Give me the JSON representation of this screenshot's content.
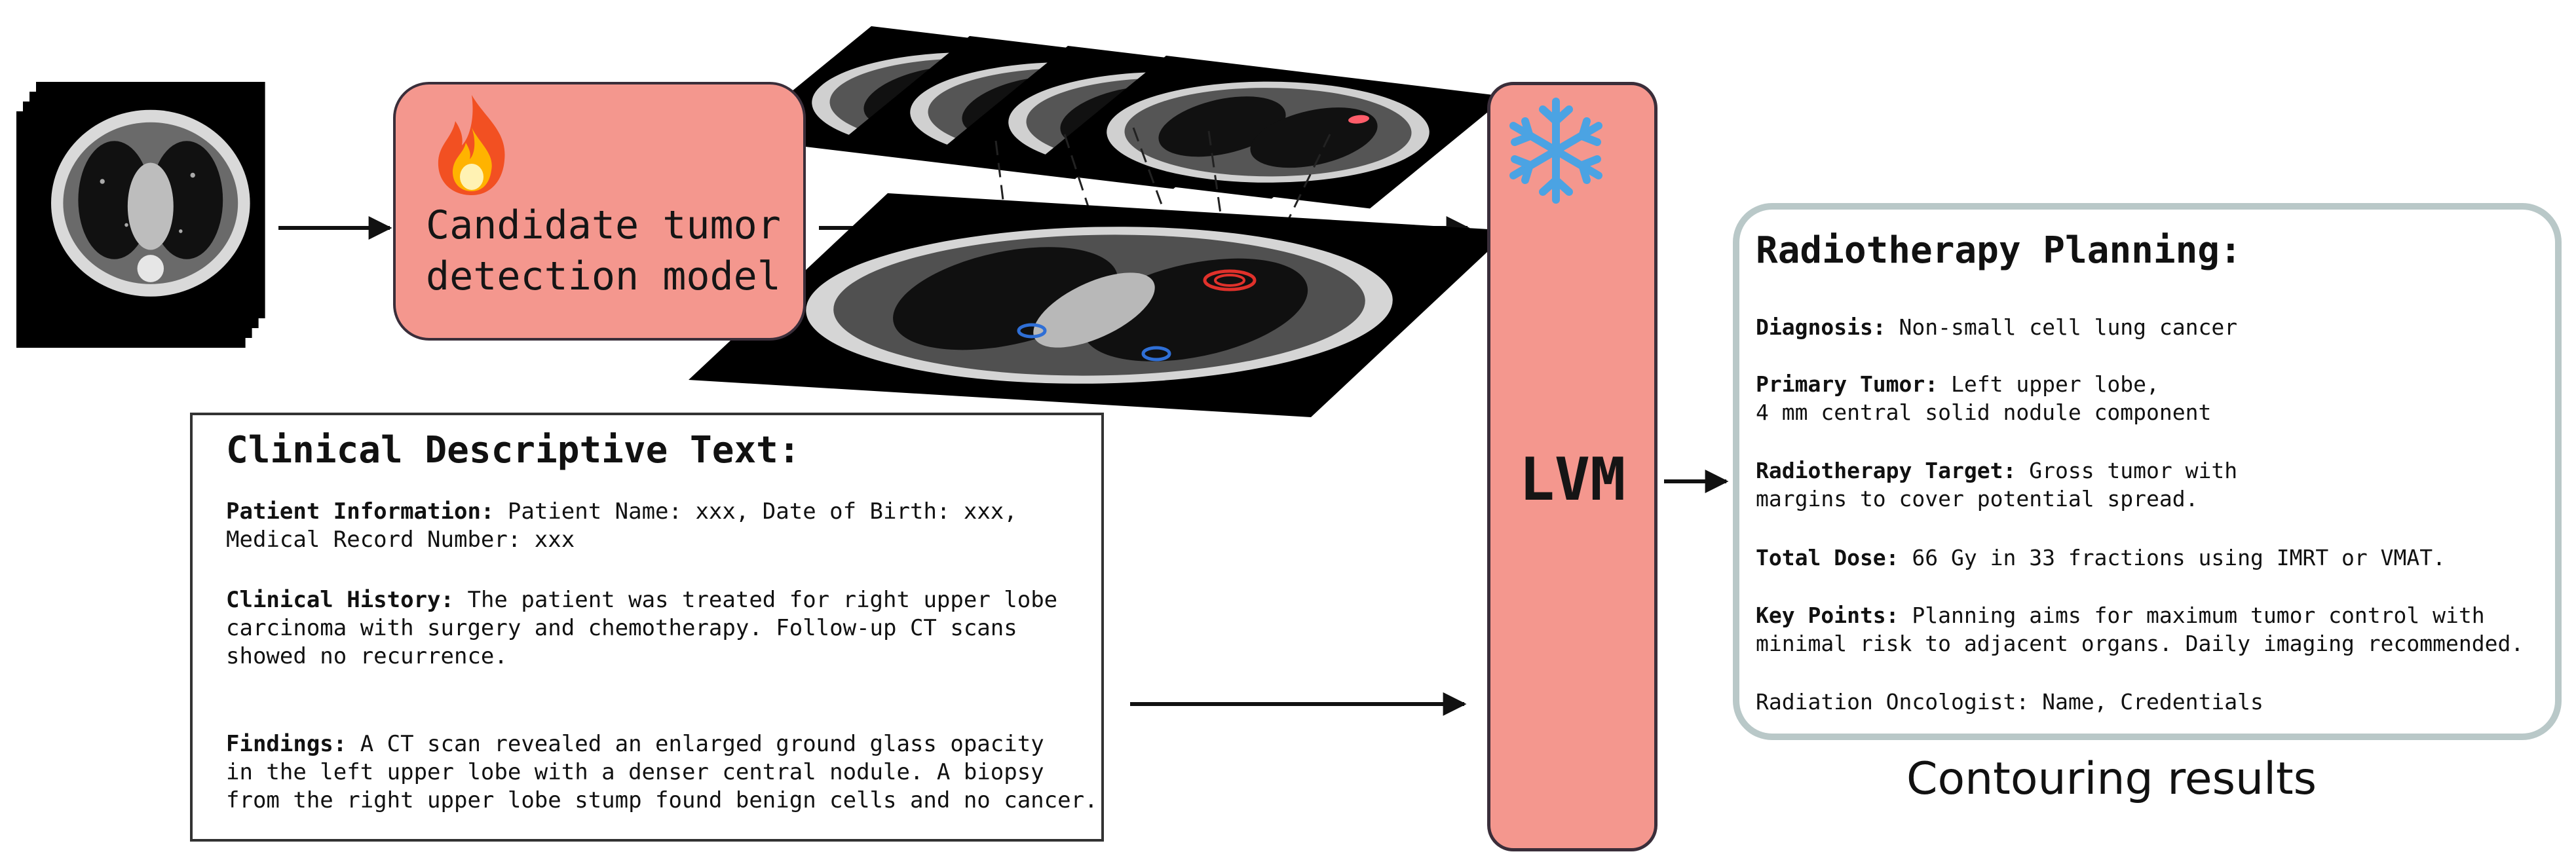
{
  "detection": {
    "label": "Candidate tumor\ndetection model",
    "icon": "fire-icon"
  },
  "lvm": {
    "label": "LVM",
    "icon": "snowflake-icon"
  },
  "clinical": {
    "title": "Clinical Descriptive Text:",
    "patient_label": "Patient Information:",
    "patient_text": " Patient Name: xxx, Date of Birth: xxx,\nMedical Record Number: xxx",
    "history_label": "Clinical History:",
    "history_text": " The patient was treated for right upper lobe\ncarcinoma with surgery and chemotherapy. Follow-up CT scans\nshowed no recurrence.",
    "findings_label": "Findings:",
    "findings_text": " A CT scan revealed an enlarged ground glass opacity\nin the left upper lobe with a denser central nodule. A biopsy\nfrom the right upper lobe stump found benign cells and no cancer."
  },
  "planning": {
    "title": "Radiotherapy Planning:",
    "diagnosis_label": "Diagnosis:",
    "diagnosis_text": " Non-small cell lung cancer",
    "tumor_label": "Primary Tumor:",
    "tumor_text": " Left upper lobe,\n4 mm central solid nodule component",
    "target_label": "Radiotherapy Target:",
    "target_text": " Gross tumor with\nmargins to cover potential spread.",
    "dose_label": "Total Dose:",
    "dose_text": " 66 Gy in 33 fractions using IMRT or VMAT.",
    "keypoints_label": "Key Points:",
    "keypoints_text": " Planning aims for maximum tumor control with\nminimal risk to adjacent organs. Daily imaging recommended.",
    "oncologist": "Radiation Oncologist: Name, Credentials"
  },
  "output_caption": "Contouring results",
  "colors": {
    "model_fill": "#f4978e",
    "border_dark": "#3a2e3a",
    "planning_border": "#b9c8c8",
    "snow_blue": "#4ba3e3",
    "ring_red": "#e0312b",
    "ring_blue": "#2f6fd6"
  }
}
